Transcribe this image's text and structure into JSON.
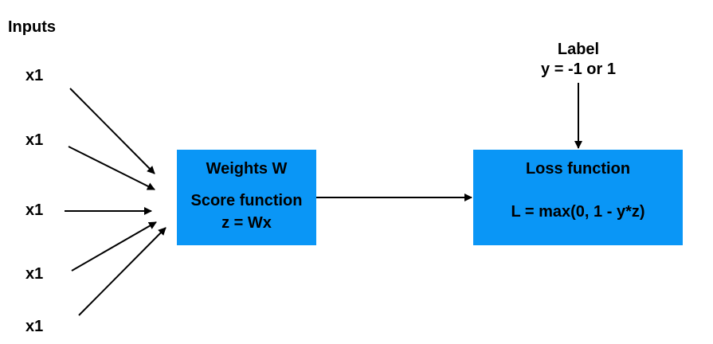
{
  "diagram": {
    "inputs_title": "Inputs",
    "inputs": [
      {
        "label": "x1"
      },
      {
        "label": "x1"
      },
      {
        "label": "x1"
      },
      {
        "label": "x1"
      },
      {
        "label": "x1"
      }
    ],
    "weights_box": {
      "line1": "Weights W",
      "line2": "Score function",
      "line3": "z = Wx",
      "color": "#0a96f6"
    },
    "label_node": {
      "line1": "Label",
      "line2": "y = -1 or 1"
    },
    "loss_box": {
      "line1": "Loss function",
      "line2": "L = max(0, 1 - y*z)",
      "color": "#0a96f6"
    }
  }
}
